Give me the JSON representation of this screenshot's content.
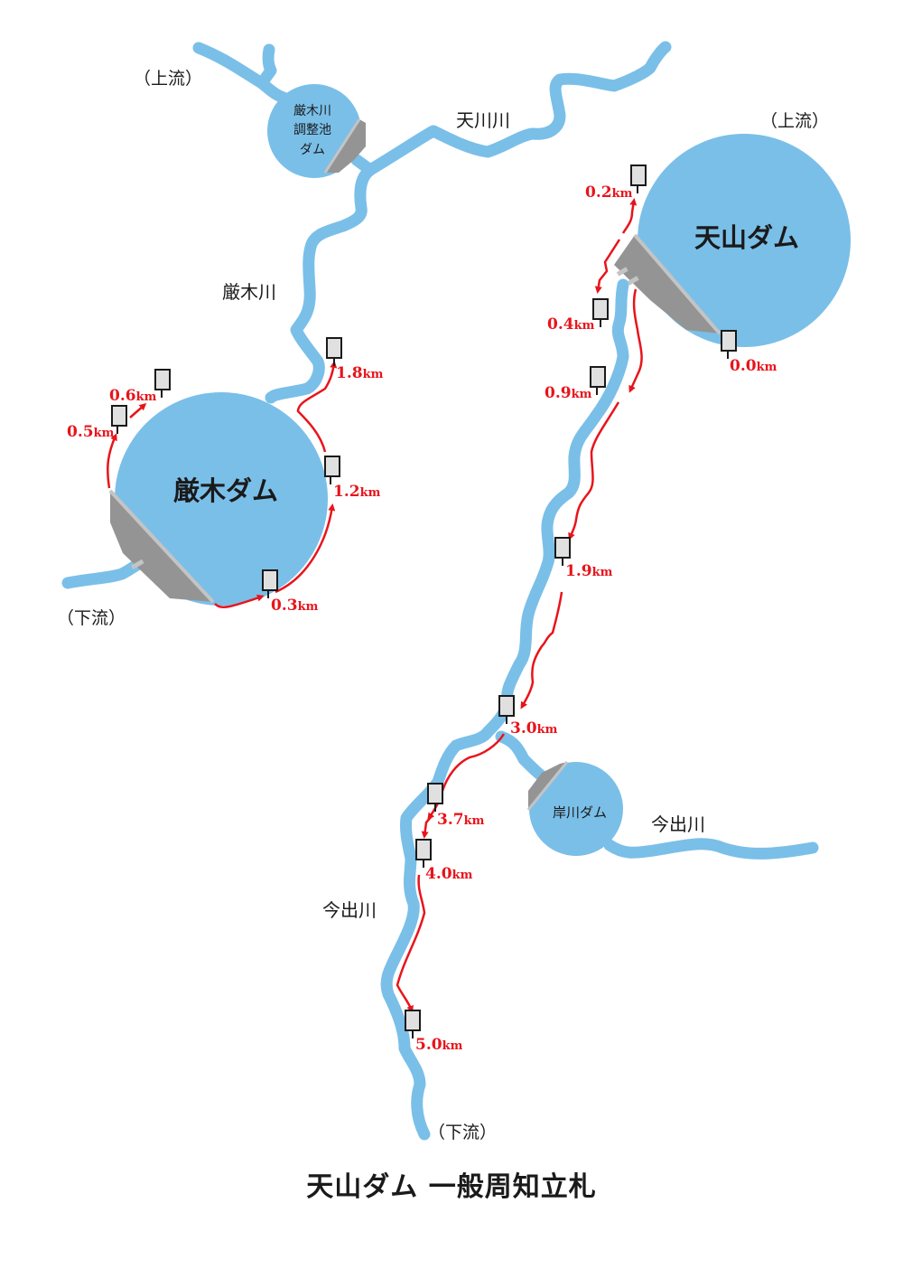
{
  "title": "天山ダム 一般周知立札",
  "colors": {
    "water": "#7abfe8",
    "dam_body": "#949494",
    "dam_edge": "#c4c4c4",
    "route": "#e8141b",
    "sign_fill": "#e0e0e0",
    "text": "#1a1a1a"
  },
  "labels": {
    "upstream_left": "（上流）",
    "upstream_right": "（上流）",
    "downstream_left": "（下流）",
    "downstream_bottom": "（下流）",
    "river_amagawa": "天川川",
    "river_iwaki": "厳木川",
    "river_imade_lower": "今出川",
    "river_imade_east": "今出川"
  },
  "dams": {
    "chosei": {
      "line1": "厳木川",
      "line2": "調整池",
      "line3": "ダム"
    },
    "iwaki": {
      "name": "厳木ダム"
    },
    "tenzan": {
      "name": "天山ダム"
    },
    "kishigawa": {
      "name": "岸川ダム"
    }
  },
  "signs": {
    "iwaki": [
      {
        "value": "0.3",
        "unit": "km"
      },
      {
        "value": "0.5",
        "unit": "km"
      },
      {
        "value": "0.6",
        "unit": "km"
      },
      {
        "value": "1.2",
        "unit": "km"
      },
      {
        "value": "1.8",
        "unit": "km"
      }
    ],
    "tenzan": [
      {
        "value": "0.0",
        "unit": "km"
      },
      {
        "value": "0.2",
        "unit": "km"
      },
      {
        "value": "0.4",
        "unit": "km"
      },
      {
        "value": "0.9",
        "unit": "km"
      },
      {
        "value": "1.9",
        "unit": "km"
      },
      {
        "value": "3.0",
        "unit": "km"
      },
      {
        "value": "3.7",
        "unit": "km"
      },
      {
        "value": "4.0",
        "unit": "km"
      },
      {
        "value": "5.0",
        "unit": "km"
      }
    ]
  }
}
